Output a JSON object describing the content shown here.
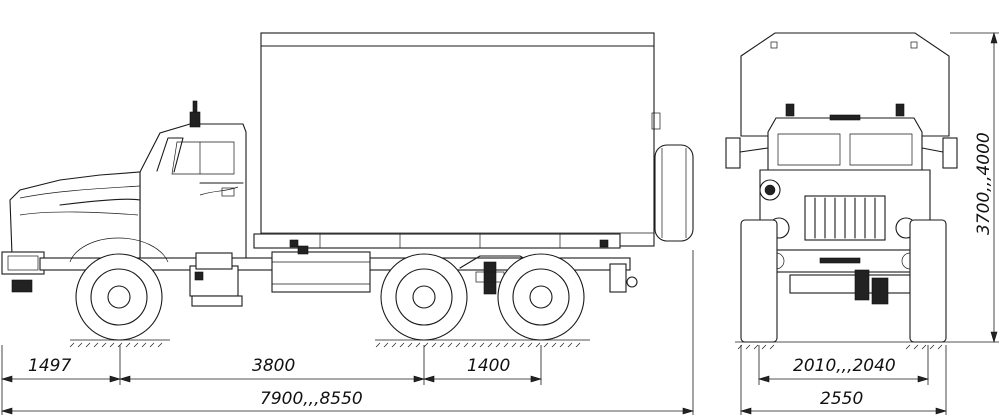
{
  "dimensions": {
    "front_overhang": "1497",
    "wheelbase_front": "3800",
    "wheelbase_rear": "1400",
    "overall_length": "7900,,,8550",
    "track_width": "2010,,,2040",
    "overall_width": "2550",
    "overall_height": "3700,,,4000"
  },
  "colors": {
    "line": "#1a1a1a",
    "background": "#ffffff"
  }
}
